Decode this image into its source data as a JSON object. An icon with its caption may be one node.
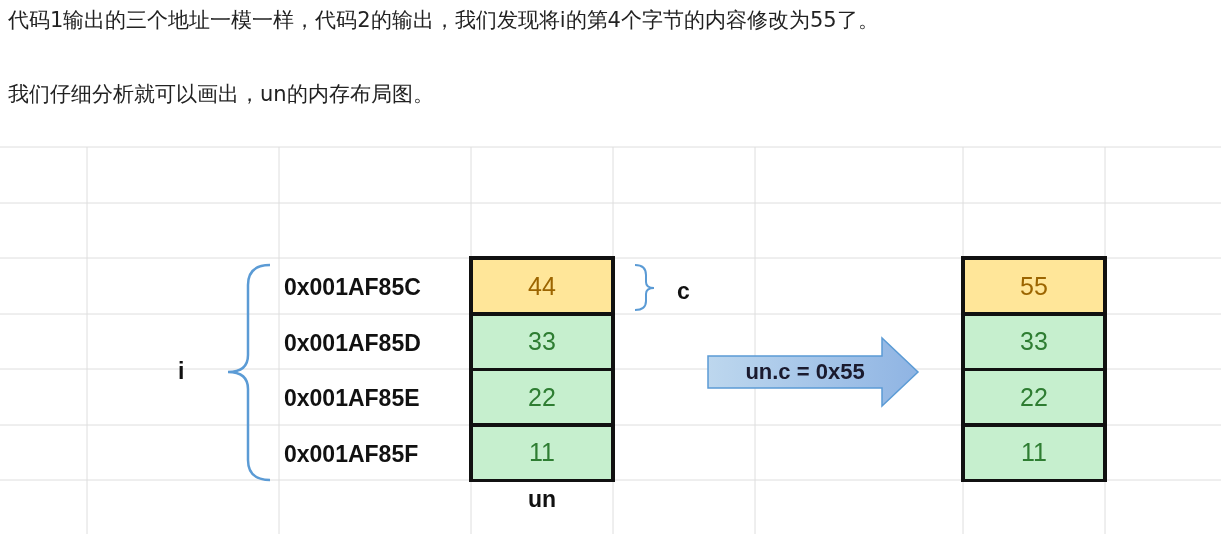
{
  "diagram": {
    "nodes": [
      {
        "text": [],
        "shape": "box",
        "beside": [
          "un"
        ]
      },
      {
        "text": [
          "44"
        ],
        "in": 0
      },
      {
        "text": [
          "33"
        ],
        "in": 0
      },
      {
        "text": [
          "22"
        ],
        "in": 0
      },
      {
        "text": [
          "11"
        ],
        "in": 0
      },
      {
        "text": [],
        "shape": "box"
      },
      {
        "text": [
          "55"
        ],
        "in": 5
      },
      {
        "text": [
          "33"
        ],
        "in": 5
      },
      {
        "text": [
          "22"
        ],
        "in": 5
      },
      {
        "text": [
          "11"
        ],
        "in": 5
      }
    ],
    "edges": [
      {
        "from": 0,
        "to": 5,
        "arrow": "to",
        "label": "un.c = 0x55",
        "style": "thick"
      }
    ],
    "labels": [
      "代码1输出的三个地址一模一样，代码2的输出，我们发现将i的第4个字节的内容修改为55了。",
      "我们仔细分析就可以画出，un的内存布局图。",
      "i",
      "0x001AF85C",
      "0x001AF85D",
      "0x001AF85E",
      "0x001AF85F",
      "c"
    ]
  }
}
